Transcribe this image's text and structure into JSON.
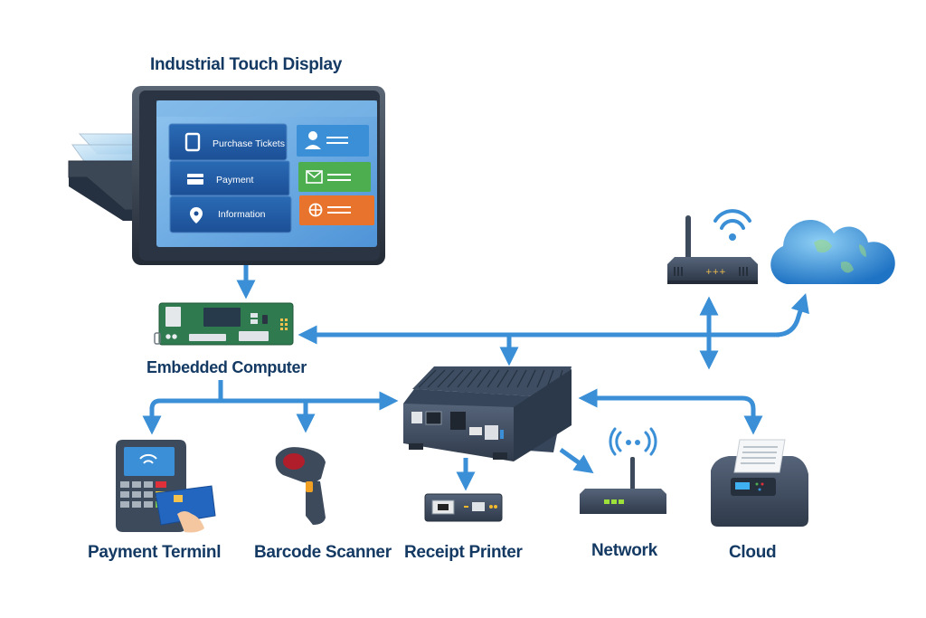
{
  "diagram": {
    "colors": {
      "arrow": "#3a8fd6",
      "label_text": "#143a64",
      "device_dark": "#3d4a5c",
      "screen_blue": "#1f5ea8",
      "tile_blue": "#3a8fd6",
      "tile_green": "#4cae4f",
      "tile_orange": "#e8732c",
      "pcb_green": "#2f7a4f",
      "background": "#ffffff"
    },
    "labels": {
      "touch_display": "Industrial Touch Display",
      "embedded_computer": "Embedded Computer",
      "payment_terminal": "Payment Terminl",
      "barcode_scanner": "Barcode Scanner",
      "receipt_printer": "Receipt Printer",
      "network": "Network",
      "cloud": "Cloud"
    },
    "screen": {
      "menu_items": [
        {
          "label": "Purchase Tickets",
          "icon": "tablet-icon"
        },
        {
          "label": "Payment",
          "icon": "wallet-icon"
        },
        {
          "label": "Information",
          "icon": "location-pin-icon"
        }
      ],
      "side_tiles": [
        {
          "icon": "user-icon",
          "color": "blue"
        },
        {
          "icon": "mail-icon",
          "color": "green"
        },
        {
          "icon": "globe-icon",
          "color": "orange"
        }
      ]
    },
    "nodes": [
      {
        "id": "touch_display",
        "icon": "touch-display-icon"
      },
      {
        "id": "embedded_computer",
        "icon": "circuit-board-icon"
      },
      {
        "id": "mini_pc",
        "icon": "mini-pc-icon"
      },
      {
        "id": "io_module",
        "icon": "io-module-icon"
      },
      {
        "id": "wifi_router",
        "icon": "wifi-router-icon"
      },
      {
        "id": "cloud",
        "icon": "cloud-globe-icon"
      },
      {
        "id": "payment_terminal",
        "icon": "payment-terminal-icon"
      },
      {
        "id": "barcode_scanner",
        "icon": "barcode-scanner-icon"
      },
      {
        "id": "network_router",
        "icon": "network-router-icon"
      },
      {
        "id": "receipt_printer",
        "icon": "receipt-printer-icon"
      }
    ],
    "connections": [
      {
        "from": "touch_display",
        "to": "embedded_computer",
        "direction": "one-way"
      },
      {
        "from": "bus",
        "to": "embedded_computer",
        "direction": "one-way"
      },
      {
        "from": "bus",
        "to": "mini_pc",
        "direction": "one-way"
      },
      {
        "from": "bus",
        "to": "wifi_router",
        "direction": "two-way"
      },
      {
        "from": "bus",
        "to": "cloud",
        "direction": "one-way"
      },
      {
        "from": "embedded_computer",
        "to": "payment_terminal",
        "direction": "one-way"
      },
      {
        "from": "embedded_computer",
        "to": "barcode_scanner",
        "direction": "one-way"
      },
      {
        "from": "embedded_computer",
        "to": "mini_pc",
        "direction": "one-way"
      },
      {
        "from": "mini_pc",
        "to": "io_module",
        "direction": "one-way"
      },
      {
        "from": "mini_pc",
        "to": "network_router",
        "direction": "one-way"
      },
      {
        "from": "receipt_printer",
        "to": "mini_pc",
        "direction": "two-way"
      }
    ]
  }
}
